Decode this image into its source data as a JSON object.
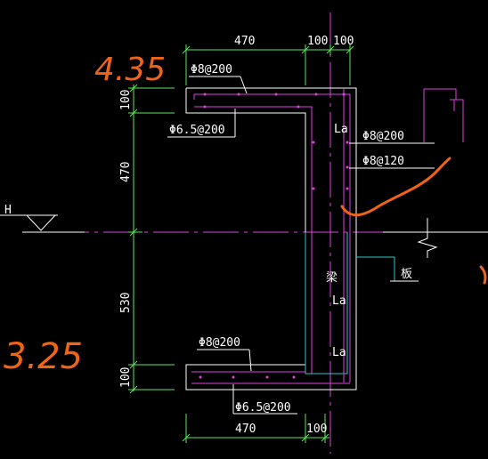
{
  "colors": {
    "background": "#000000",
    "dimension": "#5fe35f",
    "outline": "#ffffff",
    "rebar": "#e040e0",
    "beam": "#2ec8c8",
    "handwriting": "#f06418"
  },
  "dimensions": {
    "top_width": "470",
    "top_left_100": "100",
    "top_right_100": "100",
    "left_top_100": "100",
    "left_470": "470",
    "left_530": "530",
    "left_bottom_100": "100",
    "bottom_width": "470",
    "bottom_100": "100"
  },
  "rebar_labels": {
    "top_slab_upper": "Φ8@200",
    "top_slab_lower": "Φ6.5@200",
    "wall_outer": "Φ8@200",
    "wall_inner": "Φ8@120",
    "bottom_slab_upper": "Φ8@200",
    "bottom_slab_lower": "Φ6.5@200"
  },
  "anchorage_labels": {
    "top": "La",
    "middle": "La",
    "bottom": "La"
  },
  "beam_label": "梁",
  "slab_label": "板",
  "level_symbol": "H",
  "handwritten": {
    "top_elevation": "4.35",
    "bottom_elevation": "3.25"
  }
}
